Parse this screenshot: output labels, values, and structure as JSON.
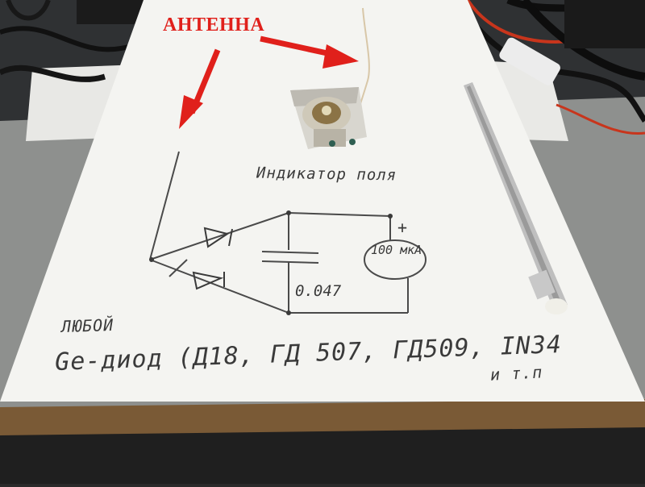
{
  "scene": {
    "description_colors": {
      "paper": "#f4f4f1",
      "desk": "#8d8f8d",
      "wood_edge": "#7a5a36",
      "arrow": "#e0201b",
      "ink": "#3a3a3a"
    }
  },
  "labels": {
    "antenna": "АНТЕННА",
    "title": "Индикатор поля",
    "any": "ЛЮБОЙ",
    "diodes": "Ge-диод (Д18, ГД 507, ГД509, IN34",
    "etc": "и т.п",
    "capacitor": "0.047",
    "plus": "+",
    "meter": "100 мкА"
  }
}
